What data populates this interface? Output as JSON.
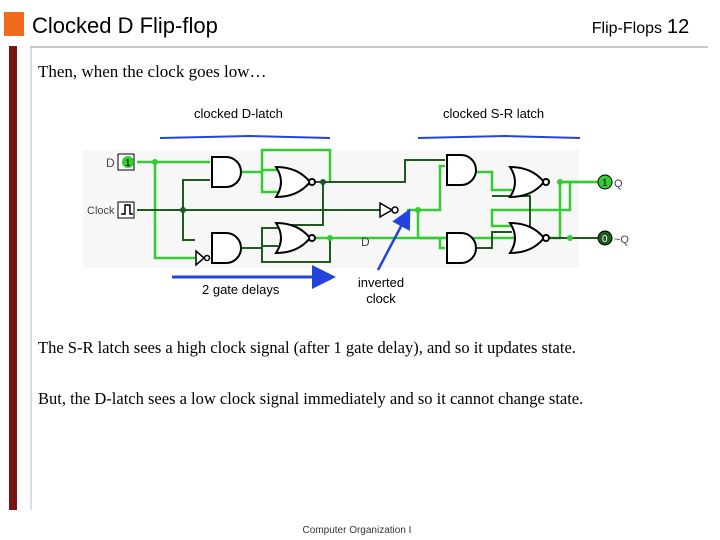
{
  "header": {
    "title": "Clocked D Flip-flop",
    "section": "Flip-Flops",
    "page_number": "12",
    "accent_color": "#f26a1b"
  },
  "intro": "Then, when the clock goes low…",
  "diagram": {
    "label_dlatch": "clocked D-latch",
    "label_srlatch": "clocked S-R latch",
    "label_d_input": "D",
    "label_clock_input": "Clock",
    "label_d_mid": "D",
    "label_q": "Q",
    "label_notq": "~Q",
    "label_gate_delays": "2 gate delays",
    "label_inverted_clock": [
      "inverted",
      "clock"
    ],
    "d_value": "1",
    "q_value": "1",
    "notq_value": "0",
    "wire_high_color": "#33cc33",
    "wire_low_color": "#1e5a1e",
    "arrow_color": "#2244dd"
  },
  "paragraphs": [
    "The S-R latch sees a high clock signal (after 1 gate delay), and so it updates state.",
    "But, the D-latch sees a low clock signal immediately and so it cannot change state."
  ],
  "footer": "Computer Organization I"
}
